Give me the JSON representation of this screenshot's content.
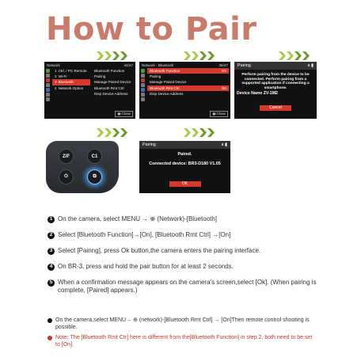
{
  "title": "How to Pair",
  "colors": {
    "title": "#c97b6b",
    "arrow": "#a8c94a",
    "highlight": "#d43a2c",
    "note": "#c0392b"
  },
  "screen1": {
    "header_left": "Network",
    "header_right": "34/47",
    "menu": [
      {
        "num": "1",
        "label": "Ctrl. / PC Remote"
      },
      {
        "num": "2",
        "label": "Wi-Fi"
      },
      {
        "num": "3",
        "label": "Bluetooth"
      },
      {
        "num": "4",
        "label": "Network Option"
      }
    ],
    "submenu": [
      "Bluetooth Function",
      "Pairing",
      "Manage Paired Device",
      "Bluetooth Rmt Ctrl",
      "Disp Device Address"
    ],
    "close_label": "Close"
  },
  "screen2": {
    "header_left": "Network - Bluetooth",
    "header_right": "35/47",
    "items": [
      {
        "label": "Bluetooth Function",
        "value": "On"
      },
      {
        "label": "Pairing",
        "value": ""
      },
      {
        "label": "Manage Paired Device",
        "value": ""
      },
      {
        "label": "Bluetooth Rmt Ctrl",
        "value": "On"
      },
      {
        "label": "Disp Device Address",
        "value": ""
      }
    ],
    "close_label": "Close"
  },
  "screen3": {
    "title": "Pairing",
    "message": "Perform pairing from the device to be connected. Perform pairing from a supported application if connecting a smartphone.",
    "device": "Device Name ZV-1M2",
    "cancel": "Cancel"
  },
  "screen4": {
    "title": "Pairing",
    "status": "Paired.",
    "connected": "Connected device: BR3-D180 V1.05",
    "ok": "OK"
  },
  "remote": {
    "btn_zf": "Z/F",
    "btn_c1": "C1"
  },
  "steps": [
    {
      "num": "1",
      "text": "On the camera, select MENU → ⊕ (Network)-[Bluetooth]"
    },
    {
      "num": "2",
      "text": "Select [Bluetooth Function]→[On], [Bluetooth Rmt Ctrl] →[On]"
    },
    {
      "num": "3",
      "text": "Select [Pairing], press Ok button,the camera enters the pairing interface."
    },
    {
      "num": "4",
      "text": "On BR-3, press and hold the pair button for at least 2 seconds."
    },
    {
      "num": "5",
      "text": "When a confirmation message appears on the camera's screen,select [Ok]. (When pairing is complete, [Paired] appears.)"
    }
  ],
  "notes": [
    {
      "text": "On the camera,select MENU→ ⊕ (network)-[Bluetooth Rmt Ctrl] → [On]Then remote control shooting is possible."
    },
    {
      "text": "Note: The [Bluetooth Rmt Ctr] here is different from the[Bluetooth Function] in step 2, both need to be set to [On]."
    }
  ]
}
